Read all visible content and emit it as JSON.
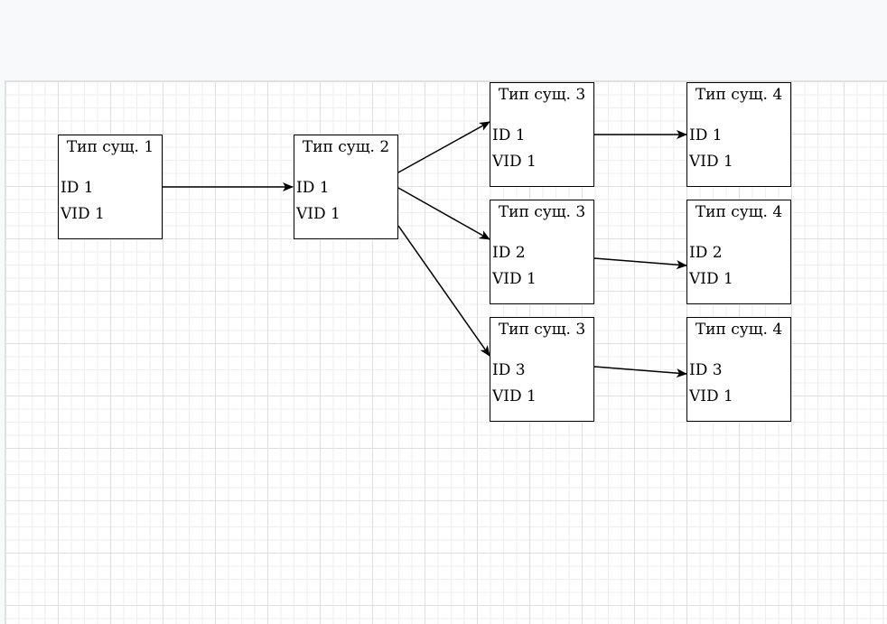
{
  "nodes": [
    {
      "title": "Тип сущ. 1",
      "id": "ID 1",
      "vid": "VID 1"
    },
    {
      "title": "Тип сущ. 2",
      "id": "ID 1",
      "vid": "VID 1"
    },
    {
      "title": "Тип сущ. 3",
      "id": "ID 1",
      "vid": "VID 1"
    },
    {
      "title": "Тип сущ. 3",
      "id": "ID 2",
      "vid": "VID 1"
    },
    {
      "title": "Тип сущ. 3",
      "id": "ID 3",
      "vid": "VID 1"
    },
    {
      "title": "Тип сущ. 4",
      "id": "ID 1",
      "vid": "VID 1"
    },
    {
      "title": "Тип сущ. 4",
      "id": "ID 2",
      "vid": "VID 1"
    },
    {
      "title": "Тип сущ. 4",
      "id": "ID 3",
      "vid": "VID 1"
    }
  ],
  "edges": [
    {
      "from": 0,
      "to": 1
    },
    {
      "from": 1,
      "to": 2
    },
    {
      "from": 1,
      "to": 3
    },
    {
      "from": 1,
      "to": 4
    },
    {
      "from": 2,
      "to": 5
    },
    {
      "from": 3,
      "to": 6
    },
    {
      "from": 4,
      "to": 7
    }
  ]
}
